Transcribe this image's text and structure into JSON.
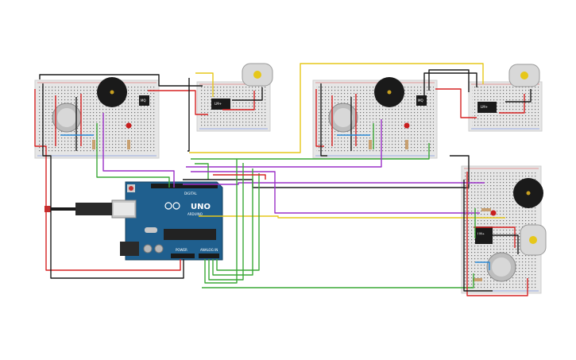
{
  "colors": {
    "background": "#ffffff",
    "breadboard": "#e6e6e6",
    "breadboard_hole": "#6e6e6e",
    "rail_red": "#d94a4a",
    "rail_blue": "#4a6fd9",
    "arduino": "#1f5f8e",
    "wire_red": "#d62222",
    "wire_black": "#1a1a1a",
    "wire_green": "#3aa836",
    "wire_purple": "#9b30c8",
    "wire_yellow": "#e6c71a",
    "wire_blue": "#2a8ad6"
  },
  "arduino": {
    "model_label": "UNO",
    "brand_label": "ARDUINO",
    "digital_label": "DIGITAL",
    "power_label": "POWER",
    "analog_label": "ANALOG IN"
  },
  "components": {
    "relay_label": "LM+",
    "gas_sensor_label": "MQ",
    "buzzer_label": "",
    "motor_label": ""
  }
}
